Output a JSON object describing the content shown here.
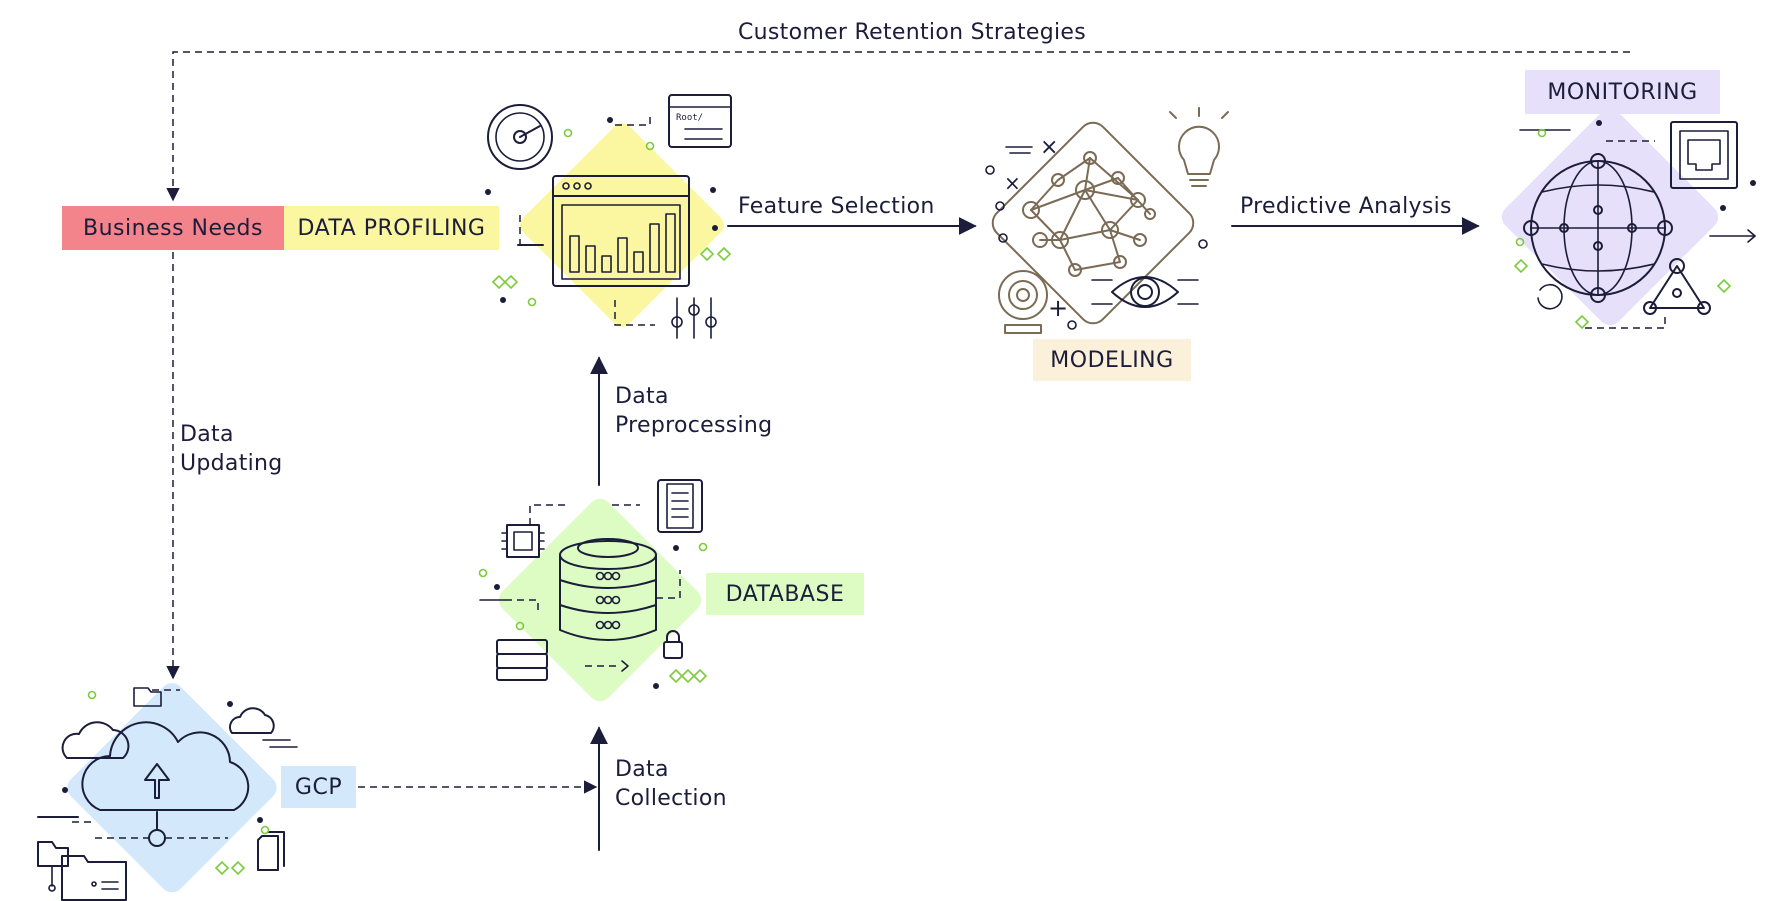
{
  "nodes": {
    "business_needs": "Business Needs",
    "data_profiling": "DATA PROFILING",
    "modeling": "MODELING",
    "monitoring": "MONITORING",
    "database": "DATABASE",
    "gcp": "GCP"
  },
  "edges": {
    "customer_retention": "Customer Retention Strategies",
    "feature_selection": "Feature Selection",
    "predictive_analysis": "Predictive Analysis",
    "data_updating": "Data\nUpdating",
    "data_preprocessing": "Data\nPreprocessing",
    "data_collection": "Data\nCollection"
  },
  "icon_text": {
    "root_folder": "Root/"
  },
  "colors": {
    "business_needs": "#f4848c",
    "data_profiling": "#fbf7a0",
    "modeling": "#fbf0da",
    "monitoring": "#e7e0fb",
    "database": "#dcfcc4",
    "gcp": "#d3e8fb",
    "line": "#1b1d3a",
    "accent_green": "#7ccc3a"
  },
  "icons": [
    "cloud-upload-icon",
    "database-server-icon",
    "dashboard-bar-chart-icon",
    "neural-network-brain-icon",
    "globe-network-icon"
  ]
}
